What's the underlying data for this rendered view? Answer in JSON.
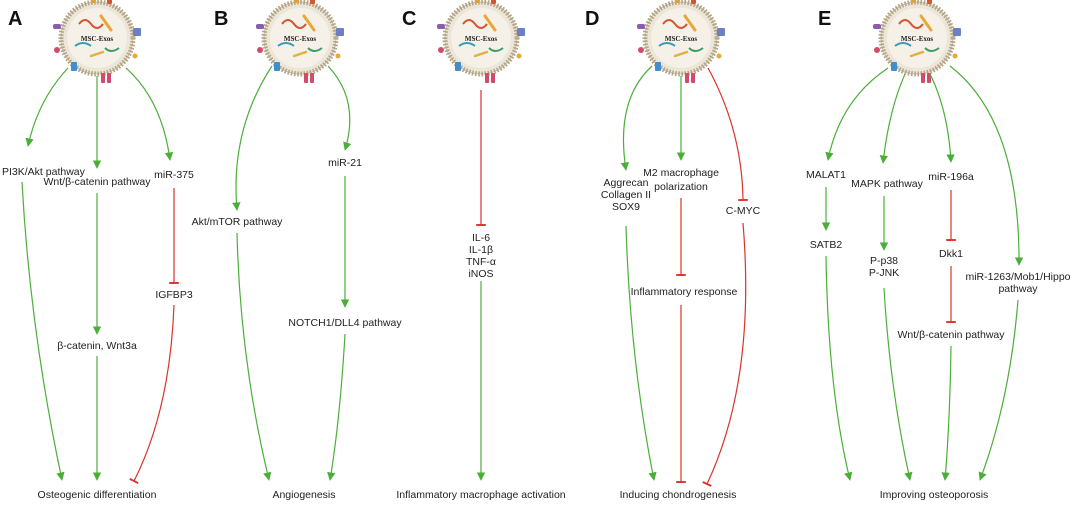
{
  "colors": {
    "activate": "#4cae3a",
    "inhibit": "#d9332b",
    "text": "#222222"
  },
  "vesicle_label": "MSC-Exos",
  "panels": {
    "a": {
      "letter": "A",
      "pi3k": "PI3K/Akt pathway",
      "wnt": "Wnt/β-catenin pathway",
      "mir375": "miR-375",
      "igfbp3": "IGFBP3",
      "catenin": "β-catenin, Wnt3a",
      "outcome": "Osteogenic differentiation"
    },
    "b": {
      "letter": "B",
      "akt": "Akt/mTOR pathway",
      "mir21": "miR-21",
      "notch": "NOTCH1/DLL4 pathway",
      "outcome": "Angiogenesis"
    },
    "c": {
      "letter": "C",
      "cytokines": [
        "IL-6",
        "IL-1β",
        "TNF-α",
        "iNOS"
      ],
      "outcome": "Inflammatory macrophage activation"
    },
    "d": {
      "letter": "D",
      "ecm": [
        "Aggrecan",
        "Collagen II",
        "SOX9"
      ],
      "m2": [
        "M2 macrophage",
        "polarization"
      ],
      "cmyc": "C-MYC",
      "inflam": "Inflammatory response",
      "outcome": "Inducing chondrogenesis"
    },
    "e": {
      "letter": "E",
      "malat1": "MALAT1",
      "mapk": "MAPK pathway",
      "mir196": "miR-196a",
      "satb2": "SATB2",
      "pp": [
        "P-p38",
        "P-JNK"
      ],
      "dkk1": "Dkk1",
      "mir1263": [
        "miR-1263/Mob1/Hippo",
        "pathway"
      ],
      "wnt": "Wnt/β-catenin pathway",
      "outcome": "Improving osteoporosis"
    }
  }
}
